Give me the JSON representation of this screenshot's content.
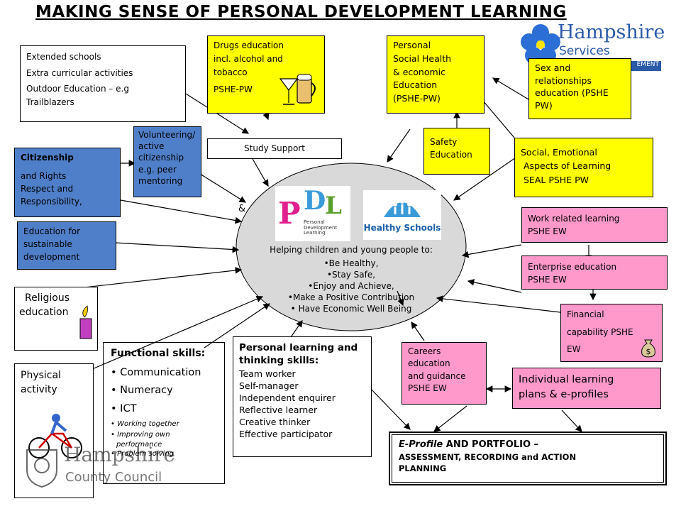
{
  "title": "MAKING SENSE OF PERSONAL DEVELOPMENT LEARNING",
  "hampshire_services": {
    "word1": "Hampshire",
    "word2": "Services",
    "tail": "EMENT"
  },
  "hampshire_county": {
    "word1": "Hampshire",
    "word2": "County Council"
  },
  "extended": [
    "Extended schools",
    "Extra curricular activities",
    "Outdoor Education – e.g Trailblazers"
  ],
  "drugs": [
    "Drugs education",
    "incl. alcohol and",
    "tobacco",
    "PSHE-PW"
  ],
  "pshe": [
    "Personal",
    "Social Health",
    "& economic",
    "Education",
    "(PSHE-PW)"
  ],
  "sre": [
    "Sex and",
    "relationships",
    "education (PSHE",
    "PW)"
  ],
  "safety": [
    "Safety",
    "Education"
  ],
  "seal": [
    "Social, Emotional",
    "Aspects of Learning",
    "SEAL  PSHE PW"
  ],
  "study_support": "Study Support",
  "volunteering": [
    "Volunteering/",
    "active",
    "citizenship",
    "e.g. peer",
    "mentoring"
  ],
  "citizenship": {
    "heading": "Citizenship",
    "lines": [
      "and Rights",
      "Respect and",
      "Responsibility,"
    ]
  },
  "ampersand": "&",
  "efsd": [
    "Education for",
    "sustainable",
    "development"
  ],
  "religious": [
    "Religious",
    "education"
  ],
  "physical": [
    "Physical",
    "activity"
  ],
  "logos": {
    "pdl_text": "Personal Development Learning",
    "healthy": "Healthy Schools"
  },
  "centre": {
    "intro": "Helping children and young people to:",
    "items": [
      "Be Healthy,",
      "Stay Safe,",
      "Enjoy and Achieve,",
      "Make a Positive Contribution",
      "Have Economic Well Being"
    ]
  },
  "work_related": [
    "Work related learning",
    "PSHE EW"
  ],
  "enterprise": [
    "Enterprise education",
    "PSHE EW"
  ],
  "financial": [
    "Financial",
    "capability PSHE",
    "EW"
  ],
  "careers": [
    "Careers",
    "education",
    "and guidance",
    "PSHE EW"
  ],
  "ilp": [
    "Individual learning",
    "plans & e-profiles"
  ],
  "functional": {
    "heading": "Functional skills:",
    "items": [
      "Communication",
      "Numeracy",
      "ICT"
    ],
    "small": [
      "Working together",
      "Improving own",
      "performance",
      "Problem solving"
    ]
  },
  "plts": {
    "heading": "Personal learning and thinking skills:",
    "items": [
      "Team worker",
      "Self-manager",
      "Independent enquirer",
      "Reflective learner",
      "Creative thinker",
      "Effective participator"
    ]
  },
  "eprofile": {
    "italic": "E-Profile",
    "rest1": " AND PORTFOLIO –",
    "line2": "ASSESSMENT, RECORDING and ACTION",
    "line3": "PLANNING"
  },
  "colors": {
    "yellow": "#ffff00",
    "pink": "#ff99cc",
    "blue": "#4f7fc9",
    "ellipse": "#d9d9d9",
    "hampshire_blue": "#2b5aa8"
  }
}
